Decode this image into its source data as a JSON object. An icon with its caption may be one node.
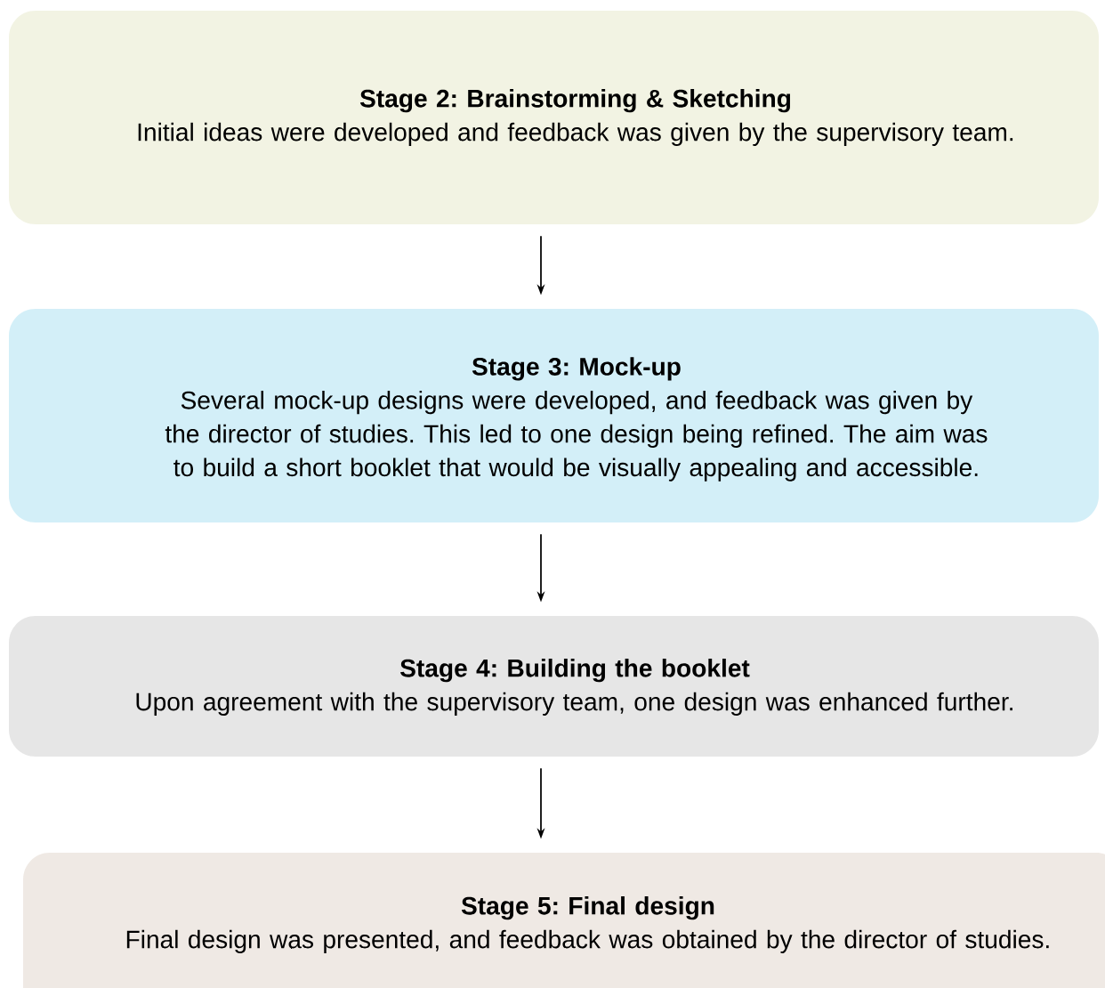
{
  "diagram": {
    "nodes": [
      {
        "text": [
          "Stage 2: Brainstorming  & Sketching",
          "Initial ideas were developed and feedback was given by the supervisory team."
        ]
      },
      {
        "text": [
          "Stage 3: Mock-up",
          "Several mock-up designs were developed, and feedback was given by the director of studies. This led to one design being refined. The aim was to build a short booklet that would be visually appealing and accessible."
        ]
      },
      {
        "text": [
          "Stage 4: Building the booklet",
          "Upon agreement with the supervisory team, one design was enhanced further."
        ]
      },
      {
        "text": [
          "Stage 5: Final design",
          "Final design was presented, and feedback was obtained by the director of studies."
        ]
      }
    ],
    "edges": [
      {
        "from": 0,
        "to": 1,
        "arrow": "to"
      },
      {
        "from": 1,
        "to": 2,
        "arrow": "to"
      },
      {
        "from": 2,
        "to": 3,
        "arrow": "to"
      }
    ]
  }
}
